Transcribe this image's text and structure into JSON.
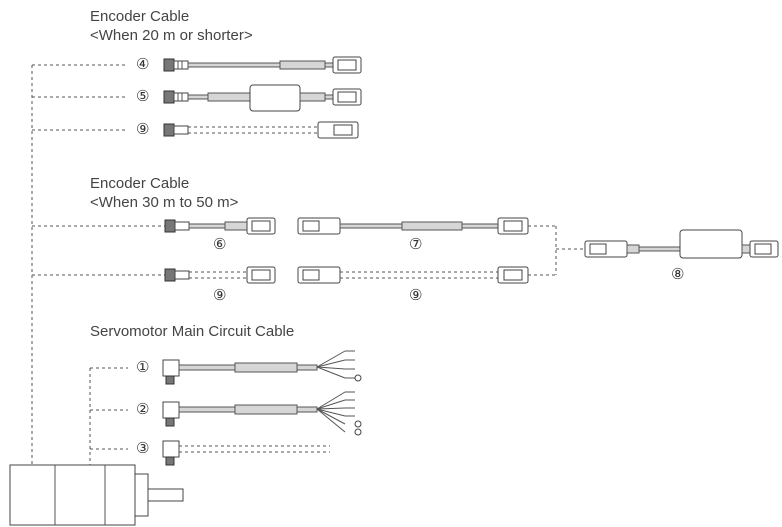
{
  "encoder_short": {
    "title": "Encoder Cable",
    "condition": "<When 20 m or shorter>",
    "labels": [
      "④",
      "⑤",
      "⑨"
    ]
  },
  "encoder_long": {
    "title": "Encoder Cable",
    "condition": "<When 30 m to 50 m>",
    "labels": [
      "⑥",
      "⑦",
      "⑧",
      "⑨",
      "⑨"
    ]
  },
  "main_circuit": {
    "title": "Servomotor Main Circuit Cable",
    "labels": [
      "①",
      "②",
      "③"
    ]
  }
}
